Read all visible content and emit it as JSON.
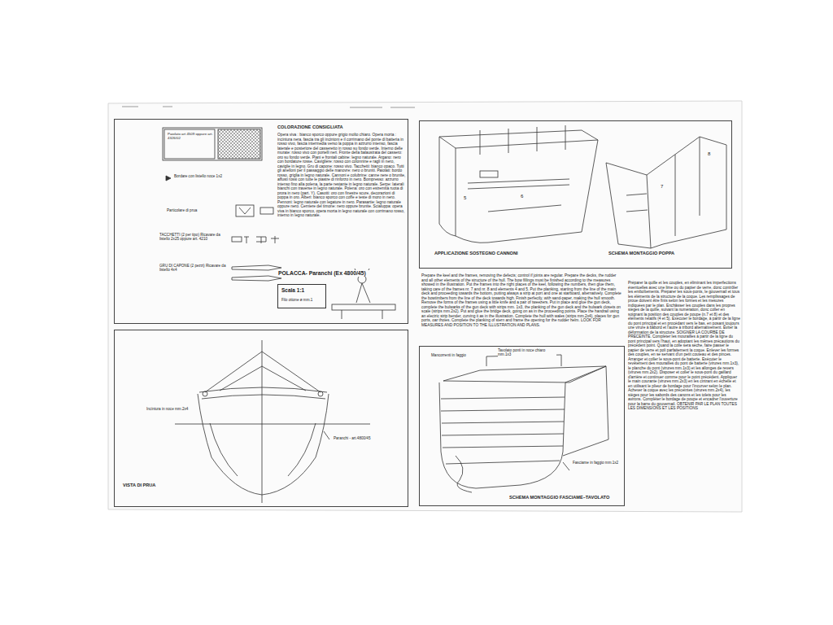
{
  "diagram": {
    "nodes": [
      {
        "text": [
          "COLORAZIONE CONSIGLIATA",
          "Opera viva : bianco sporco oppure grigio molto chiaro. Opera morta : incintura nera, fascia tra gli incintoni e il corrimano del ponte di batteria in rosso vivo, fascia intermedia verso la poppa in azzurro intenso, fascia laterale e posteriore del casseretto in rosso su fondo verde. Interno delle murate: rosso vivo con portelli neri. Fronte della balaustrata del cassero: oro su fondo verde. Piani e frontali cabine: legno naturale. Argano: nero con bordature rosse. Caviglière: rosso con colonnine e ragli in nero, caviglie in legno. Gru di capone: rosso vivo. Tacchetti: bianco opaco. Tutti gli anelloni per il passaggio delle manovre: nero o bruniti. Paiolati: bordo rosso, griglia in legno naturale. Cannoni e colubrine: canne nere o brunite, affusti rossi con tutte le piastre di rinforzo in nero. Bompresso: azzurro intenso fino alla polena, la parte restante in legno naturale. Serpe: laterali bianchi con traverse in legno naturale. Polena: oro con estremità ruota di prora in nero (part. Y). Casotti: oro con finestre scure, decorazioni di poppa in oro. Alberi: bianco sporco con coffe e teste di moro in nero. Pennoni: legno naturale con legature in nero. Parasartie: legno naturale oppure nero. Cerniere del timone: nero oppure brunite. Scialuppa: opera viva in bianco sporco, opera morta in legno naturale con corrimano rosso, interno in legno naturale."
        ]
      },
      {
        "text": [
          "Scala 1:1",
          "Filo ottone ø mm.1"
        ],
        "in": 0
      },
      {
        "text": [
          "VISTA DI PRUA"
        ]
      },
      {
        "text": [
          "APPLICAZIONE SOSTEGNO CANNONI",
          "SCHEMA MONTAGGIO POPPA"
        ]
      },
      {
        "text": [
          "SCHEMA MONTAGGIO FASCIAME–TAVOLATO"
        ]
      }
    ],
    "labels": [
      "Paiolato art 4509 oppure art. 4326/02",
      "Bordare con listello noce 1x2",
      "Particolare di prua",
      "TACCHETTI (2 per tipo) Ricavare da listello 2x25 oppure art. 4210",
      "GRU DI CAPONE (2 pezzi) Ricavare da listello 4x4",
      "POLACCA- Paranchi (Ex 4800/45)",
      "Incintura in noce mm.2x4",
      "Paranchi - art.4800/45",
      "5",
      "6",
      "7",
      "8",
      "Mancorrenti in faggio",
      "Tavolato ponti in noce chiaro mm.1x3",
      "Fasciame in faggio mm.1x2",
      "Prepare the keel and the frames, removing the defects; control if joints are regular. Prepare the decks, the rudder and all other elements of the structure of the hull. The bow fillings must be finished according to the measures showed in the illustration. Put the frames into the right places of the keel, following the numbers, then glue them, taking care of the frames nr. 7 and nr. 8 and elements 4 and 5. Put the planking, starting from the line of the main deck and proceeding towards the bottom, putting always a strip at port and one at starboard, alternatively. Complete the bowtimbers from the line of the deck towards high. Finish perfectly, with sand-paper, making the hull smooth. Remove the forms of the frames using a little knife and a pair of tweezers. Put in place and glue the gun deck, complete the bulwarks of the gun deck with strips mm. 1x3, the planking of the gun deck and the bulwark closets on scale (strips mm.2x2). Put and glue the bridge deck, going on as in the proceeding points. Place the handrail using an electric strip bender, curving it as in the illustration. Complete the hull with wales (strips mm.2x4), places for gun ports, oar thoies. Complete the planking of stern and frame the opening for the rudder helm. LOOK FOR MEASURES AND POSITION TO THE ILLUSTRATION AND PLANS.",
      "Préparer la quille et les couples, en éliminant les imperfections éventuelles avec une lime ou du papier de verre, donc contrôler les emboîtements. Préparer les sous-ponts, le gouvernail et tous les éléments de la structure de la coque. Les remplissages de proue doivent être finis selon les formes et les mesures indiquées par le plan. Enchâsser les couples dans les propres sièges de la quille, suivant la numération, donc coller en soignant la position des couples de poupe (n.7 et 8) et des éléments relatifs (4 et 5). Exécuter le bordage, à partir de la ligne du pont principal et en procédant vers le bas, en posant toujours une virure à bâbord et l'autre à tribord alternativement. Éviter la déformation de la structure. SOIGNER LA COURBE DE PRECEINTE. Compléter les mourailles à partir de la ligne du pont principal vers l'haut, en adoptant les mêmes précautions du précédent point. Quand la colle sera sèche, faire passer le papier de verre et poli parfaitement la coque. Enlever les formes des couples, en se servant d'un petit couteau et des pinces. Arranger et coller le sous-pont de batterie. Exécuter le revêtement des mourailles du pont de batterie (virures mm.1x3), le planche du pont (virures mm.1x3) et les allonges de revers (virures mm.2x2). Disposer et coller le sous-pont du gaillard d'arrière et continuer comme pour le point précédent. Appliquer le main courante (virures mm.2x3) en les cintrant en échelle et en utilisant le plieur de bordage pour l'incurver selon le plan. Achever la coque avec les préceintes (virures mm.2x4), les sièges pour les sabords des canons et les tolets pour les avirons. Compléter le bordage de poupe et encadrer l'ouverture pour la barre du gouvernail. OBTENIR PAR LE PLAN TOUTES LES DIMENSIONS ET LES POSITIONS"
    ]
  }
}
